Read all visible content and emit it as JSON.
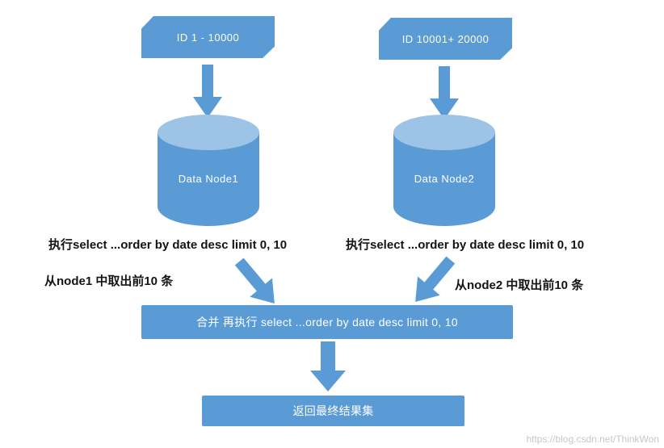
{
  "colors": {
    "shape_blue": "#5b9bd5",
    "cylinder_top_blue": "#9dc3e6",
    "text_black": "#141414",
    "text_white": "#ffffff"
  },
  "nodes": [
    {
      "banner": "ID  1 - 10000",
      "label": "Data Node1",
      "exec": "执行select ...order by date desc limit 0, 10",
      "take": "从node1 中取出前10 条"
    },
    {
      "banner": "ID  10001+ 20000",
      "label": "Data Node2",
      "exec": "执行select ...order by date desc limit 0, 10",
      "take": "从node2 中取出前10 条"
    }
  ],
  "merge": {
    "label": "合并 再执行 select ...order by date desc limit 0, 10"
  },
  "result": {
    "label": "返回最终结果集"
  },
  "watermark": "https://blog.csdn.net/ThinkWon"
}
